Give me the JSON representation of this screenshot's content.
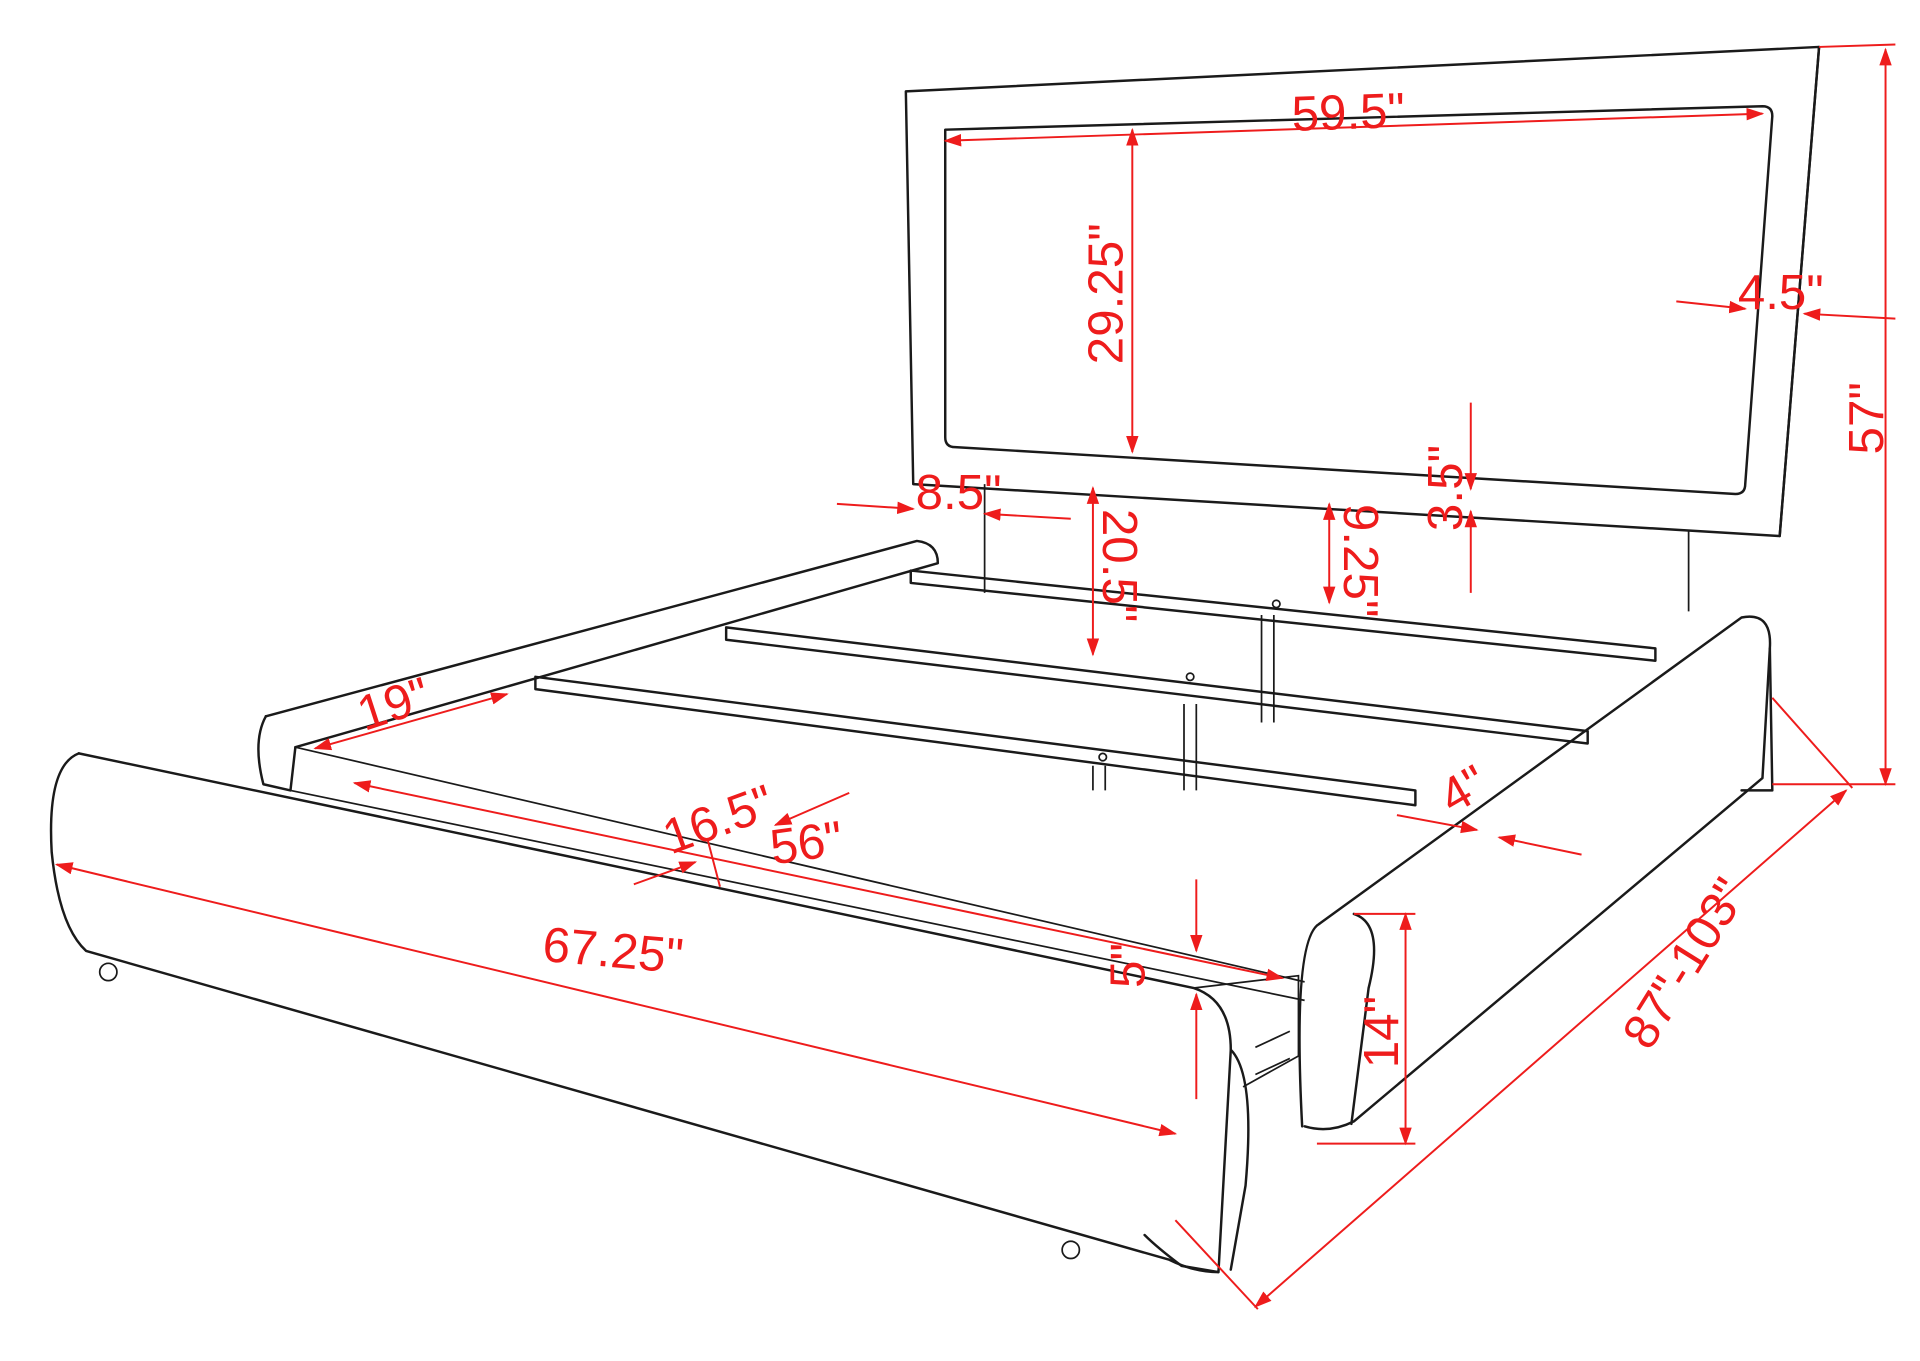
{
  "diagram": {
    "subject": "Platform bed with headboard and side drawers - dimension drawing",
    "colors": {
      "line": "#1a1a1a",
      "dimension": "#ee1c1c",
      "background": "#ffffff"
    },
    "dimensions": {
      "headboard_panel_width": "59.5\"",
      "headboard_panel_height": "29.25\"",
      "headboard_side_border": "4.5\"",
      "overall_height": "57\"",
      "headboard_bottom_border": "3.5\"",
      "headboard_leg_width": "8.5\"",
      "headboard_to_slat_clearance": "20.5\"",
      "slat_to_panel_gap": "9.25\"",
      "side_rail_width": "19\"",
      "drawer_depth": "16.5\"",
      "inner_length": "56\"",
      "drawer_length": "67.25\"",
      "footboard_rail_gap": "5\"",
      "footboard_height": "14\"",
      "rail_width": "4\"",
      "overall_length": "87\"-103\""
    }
  }
}
